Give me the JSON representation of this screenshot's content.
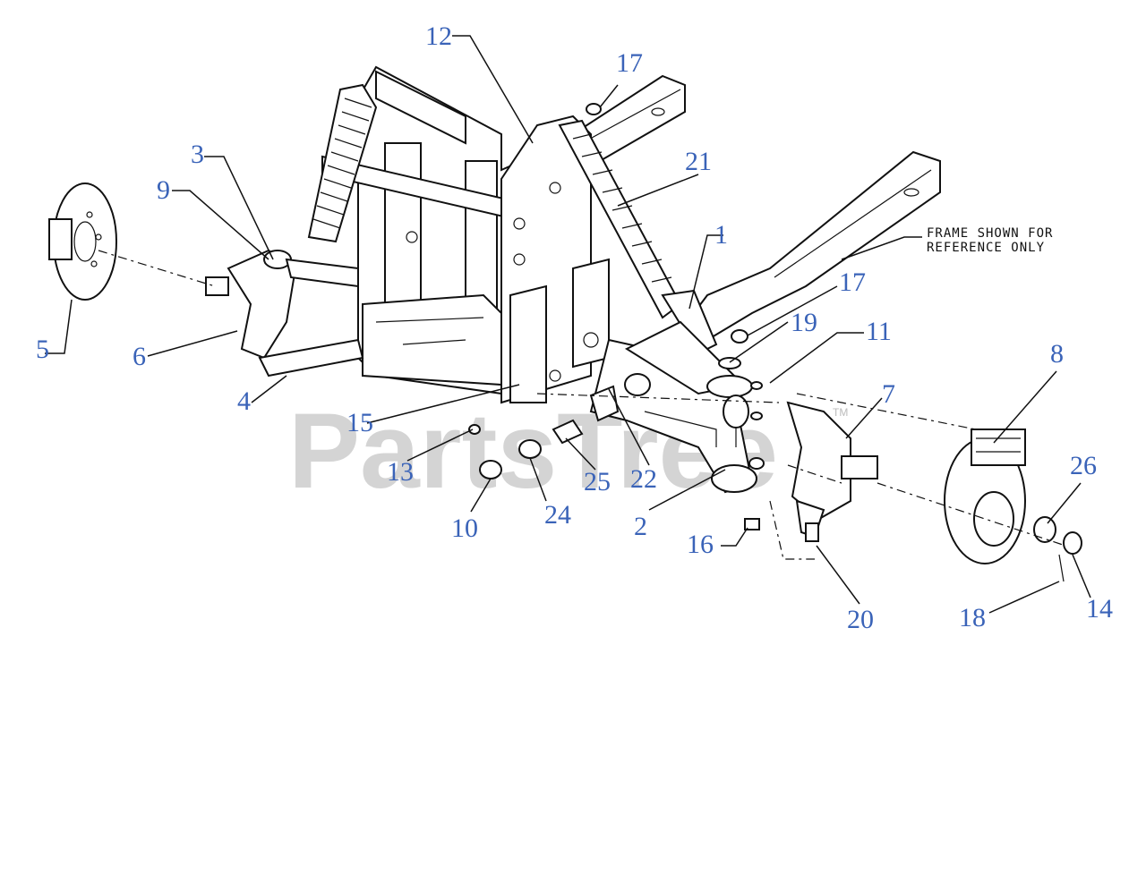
{
  "note": {
    "line1": "FRAME SHOWN FOR",
    "line2": "REFERENCE ONLY"
  },
  "watermark": {
    "text": "PartsTree",
    "tm": "TM"
  },
  "callouts": [
    "12",
    "17",
    "21",
    "3",
    "9",
    "1",
    "17",
    "19",
    "11",
    "5",
    "6",
    "4",
    "15",
    "13",
    "10",
    "24",
    "25",
    "22",
    "2",
    "7",
    "8",
    "16",
    "20",
    "26",
    "18",
    "14"
  ],
  "colors": {
    "callout": "#3a63b8",
    "linework": "#111111",
    "watermark": "#d4d4d4"
  }
}
